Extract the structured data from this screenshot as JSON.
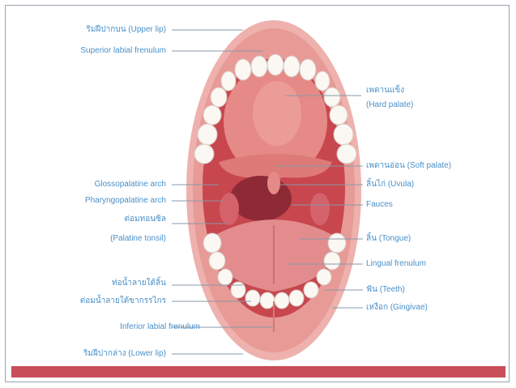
{
  "labels": {
    "upper_lip": "ริมฝีปากบน (Upper lip)",
    "superior_labial_frenulum": "Superior labial frenulum",
    "hard_palate_th": "เพดานแข็ง",
    "hard_palate_en": "(Hard palate)",
    "soft_palate": "เพดานอ่อน (Soft palate)",
    "uvula": "ลิ้นไก่ (Uvula)",
    "fauces": "Fauces",
    "glossopalatine_arch": "Glossopalatine arch",
    "pharyngopalatine_arch": "Pharyngopalatine arch",
    "palatine_tonsil_th": "ต่อมทอนซิล",
    "palatine_tonsil_en": "(Palatine tonsil)",
    "tongue": "ลิ้น (Tongue)",
    "lingual_frenulum": "Lingual frenulum",
    "teeth": "ฟัน (Teeth)",
    "gingivae": "เหงือก (Gingivae)",
    "duct_1": "ท่อน้ำลายใต้ลิ้น",
    "duct_2": "ต่อมน้ำลายใต้ขากรรไกร",
    "inferior_labial_frenulum": "Inferior labial frenulum",
    "lower_lip": "ริมฝีปากล่าง (Lower lip)"
  },
  "colors": {
    "label_text": "#4a90c8",
    "lip": "#e9a3a3",
    "mouth_cavity": "#d9666a",
    "teeth": "#fbf7f2",
    "band": "#c84e5a"
  }
}
